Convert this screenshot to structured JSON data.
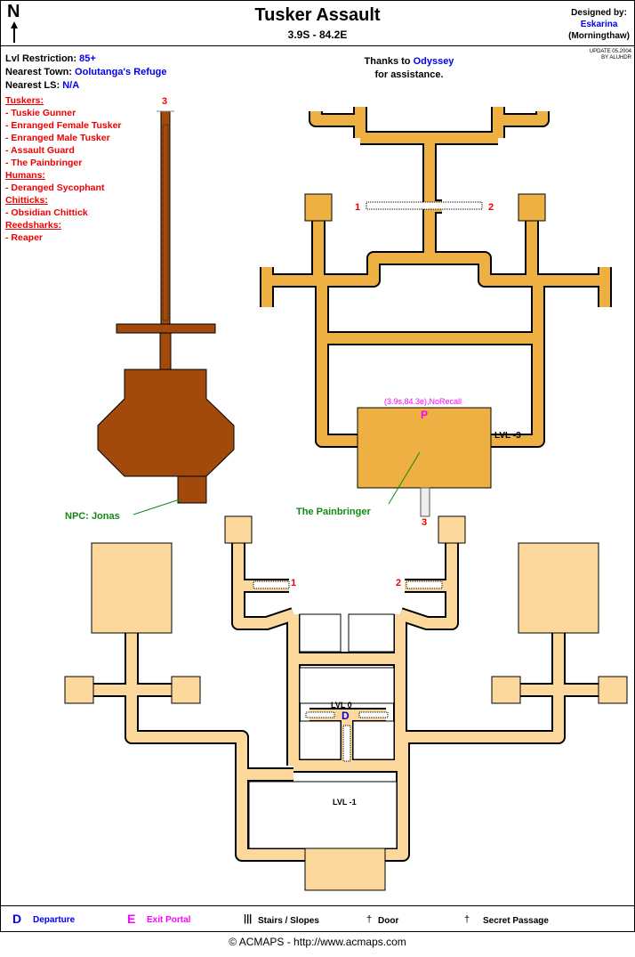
{
  "header": {
    "north": "N",
    "title": "Tusker Assault",
    "coords": "3.9S - 84.2E",
    "designed_by_label": "Designed by:",
    "designer": "Eskarina",
    "designer_server": "(Morningthaw)",
    "update": "UPDATE 05.2004",
    "update_by": "BY ALUHDR"
  },
  "info": {
    "lvl_label": "Lvl Restriction:",
    "lvl_value": "85+",
    "town_label": "Nearest Town:",
    "town_value": "Oolutanga's Refuge",
    "ls_label": "Nearest LS:",
    "ls_value": "N/A",
    "thanks_pre": "Thanks to",
    "thanks_name": "Odyssey",
    "thanks_post": "for assistance."
  },
  "monsters": {
    "groups": [
      {
        "heading": "Tuskers:",
        "items": [
          "- Tuskie Gunner",
          "- Enranged Female Tusker",
          "- Enranged Male Tusker",
          "- Assault Guard",
          "- The Painbringer"
        ]
      },
      {
        "heading": "Humans:",
        "items": [
          "- Deranged Sycophant"
        ]
      },
      {
        "heading": "Chitticks:",
        "items": [
          "- Obsidian Chittick"
        ]
      },
      {
        "heading": "Reedsharks:",
        "items": [
          "- Reaper"
        ]
      }
    ]
  },
  "map": {
    "portal_coords": "(3.9s,84.3e),NoRecall",
    "portal_marker": "P",
    "departure_marker": "D",
    "lvl_m3": "LVL -3",
    "lvl_0": "LVL 0",
    "lvl_m1": "LVL -1",
    "npc": "NPC: Jonas",
    "boss": "The Painbringer",
    "stair_labels": [
      "1",
      "2",
      "3"
    ],
    "colors": {
      "brown": "#a2490c",
      "orange": "#eeb042",
      "light": "#fdd89c"
    }
  },
  "legend": {
    "departure_mark": "D",
    "departure": "Departure",
    "exit_mark": "E",
    "exit": "Exit Portal",
    "stairs": "Stairs / Slopes",
    "door": "Door",
    "secret": "Secret Passage"
  },
  "footer": "© ACMAPS - http://www.acmaps.com"
}
